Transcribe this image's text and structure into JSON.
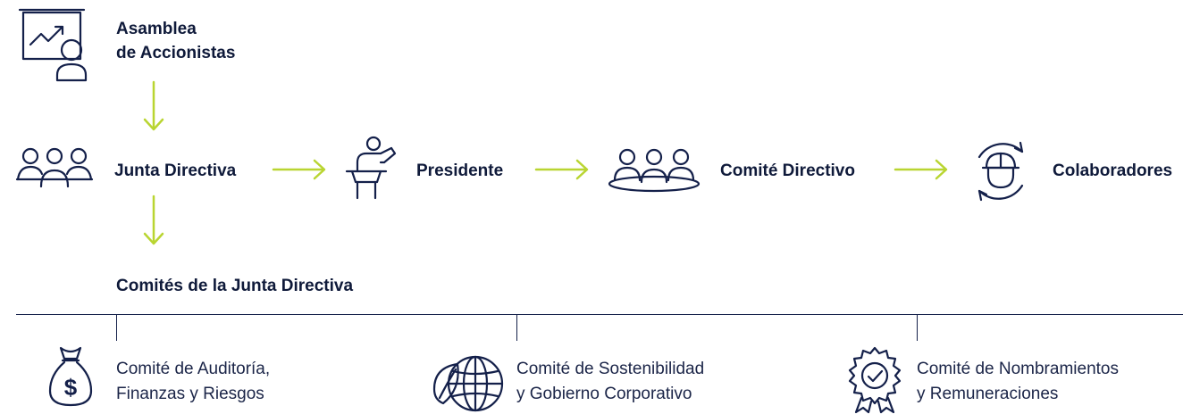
{
  "nodes": {
    "asamblea": {
      "line1": "Asamblea",
      "line2": "de Accionistas"
    },
    "junta": "Junta Directiva",
    "presidente": "Presidente",
    "comite_directivo": "Comité Directivo",
    "colaboradores": "Colaboradores",
    "comites_junta": "Comités de la Junta Directiva"
  },
  "committees": [
    {
      "line1": "Comité de Auditoría,",
      "line2": "Finanzas y Riesgos",
      "icon": "money-bag-icon"
    },
    {
      "line1": "Comité de Sostenibilidad",
      "line2": "y Gobierno Corporativo",
      "icon": "globe-leaf-icon"
    },
    {
      "line1": "Comité de Nombramientos",
      "line2": "y Remuneraciones",
      "icon": "award-badge-icon"
    }
  ],
  "colors": {
    "text": "#0f1a3a",
    "arrow": "#b9d531",
    "line": "#14204a"
  }
}
